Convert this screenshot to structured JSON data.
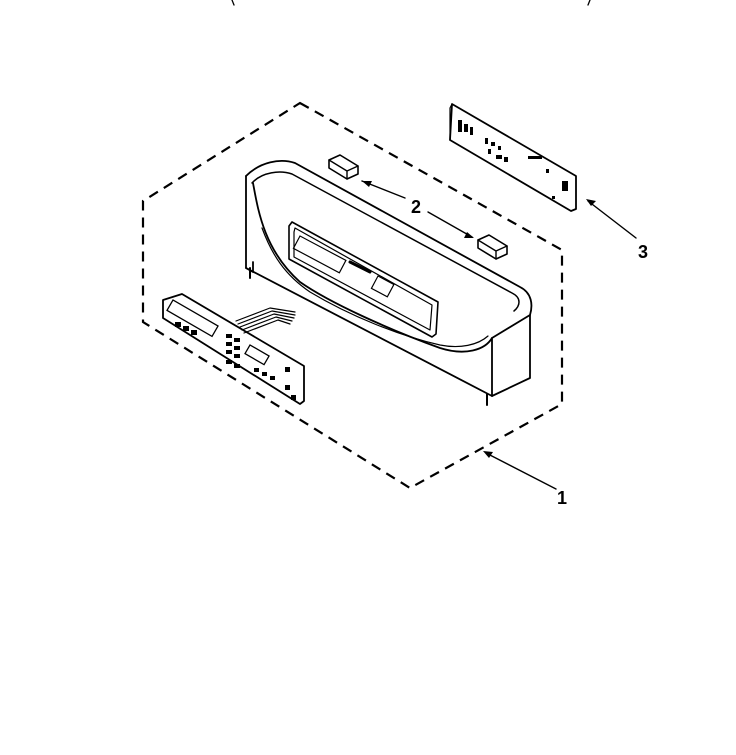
{
  "callouts": {
    "part_1": "1",
    "part_2": "2",
    "part_3": "3"
  },
  "colors": {
    "ink": "#000000",
    "paper": "#ffffff"
  }
}
